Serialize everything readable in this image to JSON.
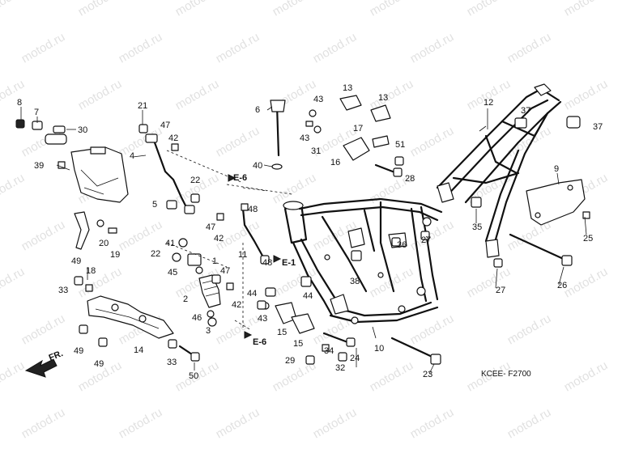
{
  "watermark": "motod.ru",
  "diagram_code": "KCEE- F2700",
  "direction_label": "FR.",
  "section_refs": [
    {
      "id": "e6-top",
      "text": "E-6"
    },
    {
      "id": "e1",
      "text": "E-1"
    },
    {
      "id": "e6-bottom",
      "text": "E-6"
    }
  ],
  "callouts": [
    {
      "n": "8"
    },
    {
      "n": "7"
    },
    {
      "n": "30"
    },
    {
      "n": "39"
    },
    {
      "n": "4"
    },
    {
      "n": "21"
    },
    {
      "n": "47"
    },
    {
      "n": "42"
    },
    {
      "n": "6"
    },
    {
      "n": "40"
    },
    {
      "n": "43"
    },
    {
      "n": "13"
    },
    {
      "n": "13"
    },
    {
      "n": "43"
    },
    {
      "n": "31"
    },
    {
      "n": "17"
    },
    {
      "n": "16"
    },
    {
      "n": "51"
    },
    {
      "n": "28"
    },
    {
      "n": "12"
    },
    {
      "n": "37"
    },
    {
      "n": "37"
    },
    {
      "n": "9"
    },
    {
      "n": "25"
    },
    {
      "n": "22"
    },
    {
      "n": "5"
    },
    {
      "n": "48"
    },
    {
      "n": "47"
    },
    {
      "n": "42"
    },
    {
      "n": "20"
    },
    {
      "n": "19"
    },
    {
      "n": "49"
    },
    {
      "n": "18"
    },
    {
      "n": "41"
    },
    {
      "n": "22"
    },
    {
      "n": "1"
    },
    {
      "n": "45"
    },
    {
      "n": "47"
    },
    {
      "n": "11"
    },
    {
      "n": "48"
    },
    {
      "n": "36"
    },
    {
      "n": "27"
    },
    {
      "n": "35"
    },
    {
      "n": "27"
    },
    {
      "n": "26"
    },
    {
      "n": "38"
    },
    {
      "n": "44"
    },
    {
      "n": "33"
    },
    {
      "n": "2"
    },
    {
      "n": "42"
    },
    {
      "n": "44"
    },
    {
      "n": "43"
    },
    {
      "n": "15"
    },
    {
      "n": "46"
    },
    {
      "n": "3"
    },
    {
      "n": "15"
    },
    {
      "n": "34"
    },
    {
      "n": "10"
    },
    {
      "n": "24"
    },
    {
      "n": "49"
    },
    {
      "n": "49"
    },
    {
      "n": "14"
    },
    {
      "n": "33"
    },
    {
      "n": "29"
    },
    {
      "n": "32"
    },
    {
      "n": "50"
    },
    {
      "n": "23"
    }
  ]
}
